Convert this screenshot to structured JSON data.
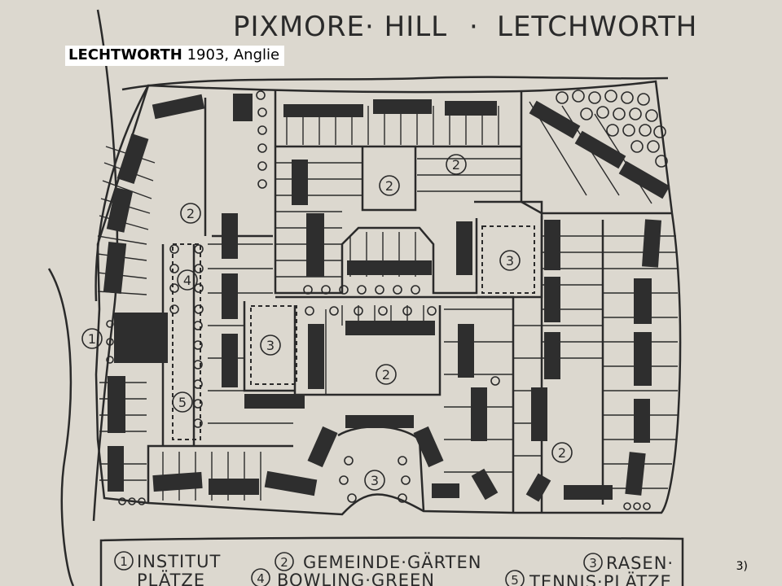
{
  "caption": {
    "title": "LECHTWORTH",
    "subtitle": "1903, Anglie"
  },
  "map": {
    "heading_left": "PIXMORE· HILL",
    "heading_separator": "·",
    "heading_right": "LETCHWORTH",
    "area_numbers": {
      "n1": "1",
      "n2": "2",
      "n3": "3",
      "n4": "4",
      "n5": "5"
    },
    "legend": {
      "item1_line1": "INSTITUT",
      "item1_line2": "PLÄTZE",
      "item2": "GEMEINDE·GÄRTEN",
      "item3": "RASEN·",
      "item4": "BOWLING·GREEN",
      "item5": "TENNIS·PLÄTZE"
    },
    "colors": {
      "paper": "#d9d5cc",
      "ink": "#2a2a2a",
      "building": "#2e2e2e"
    }
  },
  "slide_number": "3)"
}
